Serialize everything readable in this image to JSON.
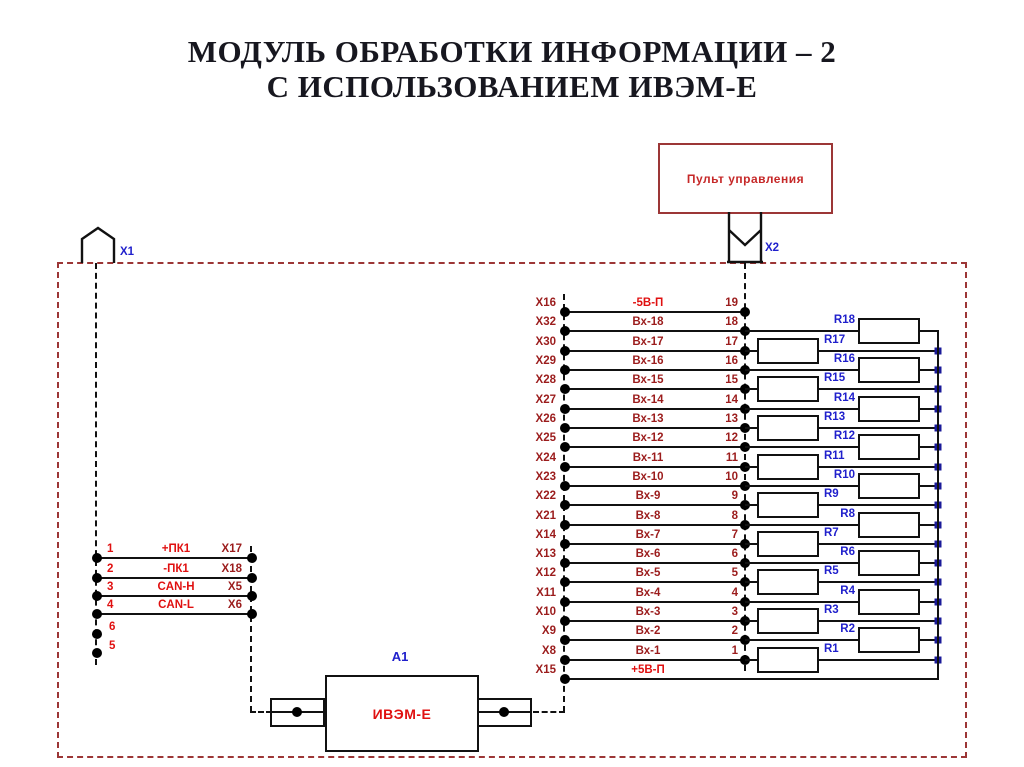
{
  "title": {
    "line1": "МОДУЛЬ ОБРАБОТКИ ИНФОРМАЦИИ – 2",
    "line2": "С ИСПОЛЬЗОВАНИЕМ ИВЭМ-Е"
  },
  "control_panel": {
    "label": "Пульт управления"
  },
  "connectors": {
    "x1": "X1",
    "x2": "X2"
  },
  "module": {
    "designator": "А1",
    "label": "ИВЭМ-Е"
  },
  "left_group": {
    "rows": [
      {
        "pin": "1",
        "signal": "+ПК1",
        "connector": "X17"
      },
      {
        "pin": "2",
        "signal": "-ПК1",
        "connector": "X18"
      },
      {
        "pin": "3",
        "signal": "CAN-H",
        "connector": "X5"
      },
      {
        "pin": "4",
        "signal": "CAN-L",
        "connector": "X6"
      }
    ],
    "spare_pins": [
      "6",
      "5"
    ]
  },
  "right_group": {
    "rows": [
      {
        "connector": "X16",
        "signal": "-5В-П",
        "pin": "19",
        "bright": true,
        "resistor": ""
      },
      {
        "connector": "X32",
        "signal": "Вх-18",
        "pin": "18",
        "bright": false,
        "resistor": "R18"
      },
      {
        "connector": "X30",
        "signal": "Вх-17",
        "pin": "17",
        "bright": false,
        "resistor": "R17"
      },
      {
        "connector": "X29",
        "signal": "Вх-16",
        "pin": "16",
        "bright": false,
        "resistor": "R16"
      },
      {
        "connector": "X28",
        "signal": "Вх-15",
        "pin": "15",
        "bright": false,
        "resistor": "R15"
      },
      {
        "connector": "X27",
        "signal": "Вх-14",
        "pin": "14",
        "bright": false,
        "resistor": "R14"
      },
      {
        "connector": "X26",
        "signal": "Вх-13",
        "pin": "13",
        "bright": false,
        "resistor": "R13"
      },
      {
        "connector": "X25",
        "signal": "Вх-12",
        "pin": "12",
        "bright": false,
        "resistor": "R12"
      },
      {
        "connector": "X24",
        "signal": "Вх-11",
        "pin": "11",
        "bright": false,
        "resistor": "R11"
      },
      {
        "connector": "X23",
        "signal": "Вх-10",
        "pin": "10",
        "bright": false,
        "resistor": "R10"
      },
      {
        "connector": "X22",
        "signal": "Вх-9",
        "pin": "9",
        "bright": false,
        "resistor": "R9"
      },
      {
        "connector": "X21",
        "signal": "Вх-8",
        "pin": "8",
        "bright": false,
        "resistor": "R8"
      },
      {
        "connector": "X14",
        "signal": "Вх-7",
        "pin": "7",
        "bright": false,
        "resistor": "R7"
      },
      {
        "connector": "X13",
        "signal": "Вх-6",
        "pin": "6",
        "bright": false,
        "resistor": "R6"
      },
      {
        "connector": "X12",
        "signal": "Вх-5",
        "pin": "5",
        "bright": false,
        "resistor": "R5"
      },
      {
        "connector": "X11",
        "signal": "Вх-4",
        "pin": "4",
        "bright": false,
        "resistor": "R4"
      },
      {
        "connector": "X10",
        "signal": "Вх-3",
        "pin": "3",
        "bright": false,
        "resistor": "R3"
      },
      {
        "connector": "X9",
        "signal": "Вх-2",
        "pin": "2",
        "bright": false,
        "resistor": "R2"
      },
      {
        "connector": "X8",
        "signal": "Вх-1",
        "pin": "1",
        "bright": false,
        "resistor": "R1"
      },
      {
        "connector": "X15",
        "signal": "+5В-П",
        "pin": "",
        "bright": true,
        "resistor": ""
      }
    ]
  },
  "colors": {
    "boundary_red": "#9c3636",
    "dark_red_text": "#9b1c1c",
    "bright_red_text": "#e01010",
    "blue_text": "#2020cc",
    "bus_node_blue": "#1a1a99",
    "wire_black": "#111111"
  }
}
